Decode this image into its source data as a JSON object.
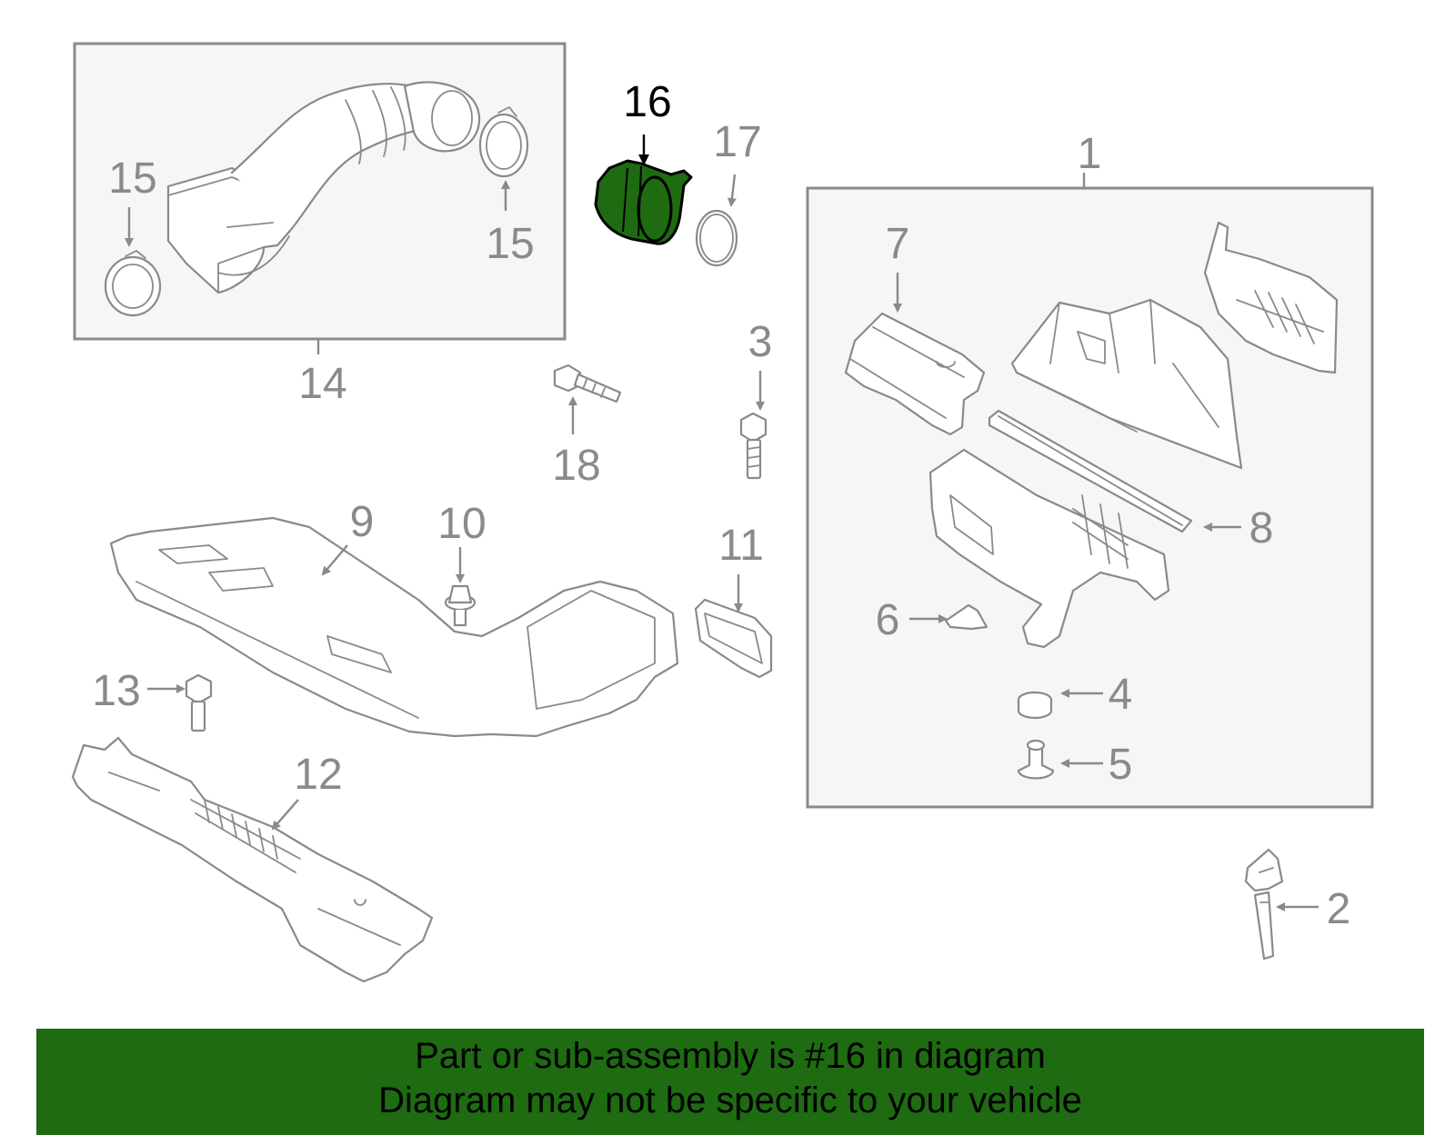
{
  "diagram": {
    "highlighted_part": "16",
    "highlight_color": "#1e6b12",
    "callouts": {
      "c1": "1",
      "c2": "2",
      "c3": "3",
      "c4": "4",
      "c5": "5",
      "c6": "6",
      "c7": "7",
      "c8": "8",
      "c9": "9",
      "c10": "10",
      "c11": "11",
      "c12": "12",
      "c13": "13",
      "c14": "14",
      "c15a": "15",
      "c15b": "15",
      "c16": "16",
      "c17": "17",
      "c18": "18"
    }
  },
  "banner": {
    "line1": "Part or sub-assembly is #16 in diagram",
    "line2": "Diagram may not be specific to your vehicle",
    "background": "#1e6b12"
  }
}
